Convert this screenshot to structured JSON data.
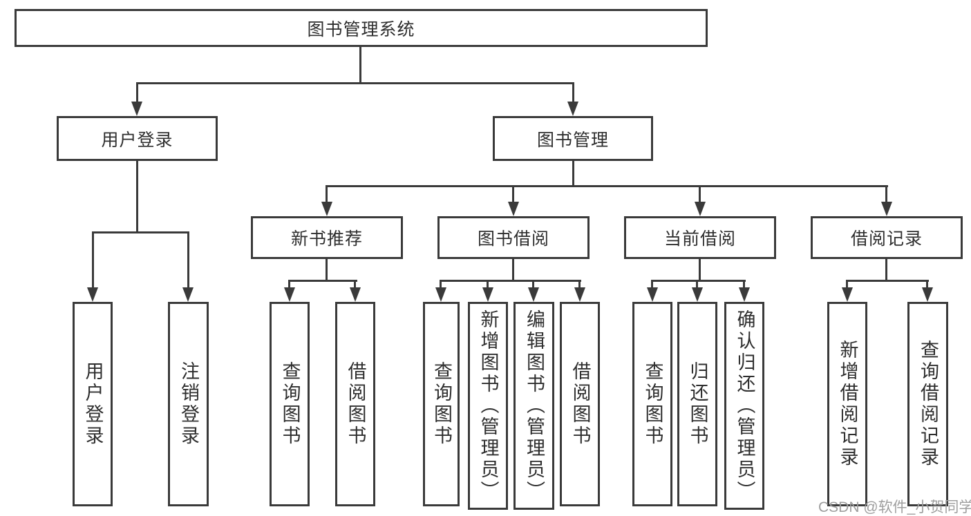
{
  "title": "图书管理系统",
  "watermark": "CSDN @软件_小贺同学",
  "colors": {
    "line": "#3a3a3a",
    "text": "#2e2e2e",
    "watermark": "#9e9e9e",
    "background": "#ffffff"
  },
  "root": {
    "label": "图书管理系统"
  },
  "level2": [
    {
      "label": "用户登录",
      "parent": "图书管理系统"
    },
    {
      "label": "图书管理",
      "parent": "图书管理系统"
    }
  ],
  "level3": [
    {
      "label": "新书推荐",
      "parent": "图书管理"
    },
    {
      "label": "图书借阅",
      "parent": "图书管理"
    },
    {
      "label": "当前借阅",
      "parent": "图书管理"
    },
    {
      "label": "借阅记录",
      "parent": "图书管理"
    }
  ],
  "leaves": [
    {
      "label": "用户登录",
      "parent": "用户登录"
    },
    {
      "label": "注销登录",
      "parent": "用户登录"
    },
    {
      "label": "查询图书",
      "parent": "新书推荐"
    },
    {
      "label": "借阅图书",
      "parent": "新书推荐"
    },
    {
      "label": "查询图书",
      "parent": "图书借阅"
    },
    {
      "label": "新增图书（管理员）",
      "parent": "图书借阅"
    },
    {
      "label": "编辑图书（管理员）",
      "parent": "图书借阅"
    },
    {
      "label": "借阅图书",
      "parent": "图书借阅"
    },
    {
      "label": "查询图书",
      "parent": "当前借阅"
    },
    {
      "label": "归还图书",
      "parent": "当前借阅"
    },
    {
      "label": "确认归还（管理员）",
      "parent": "当前借阅"
    },
    {
      "label": "新增借阅记录",
      "parent": "借阅记录"
    },
    {
      "label": "查询借阅记录",
      "parent": "借阅记录"
    }
  ]
}
